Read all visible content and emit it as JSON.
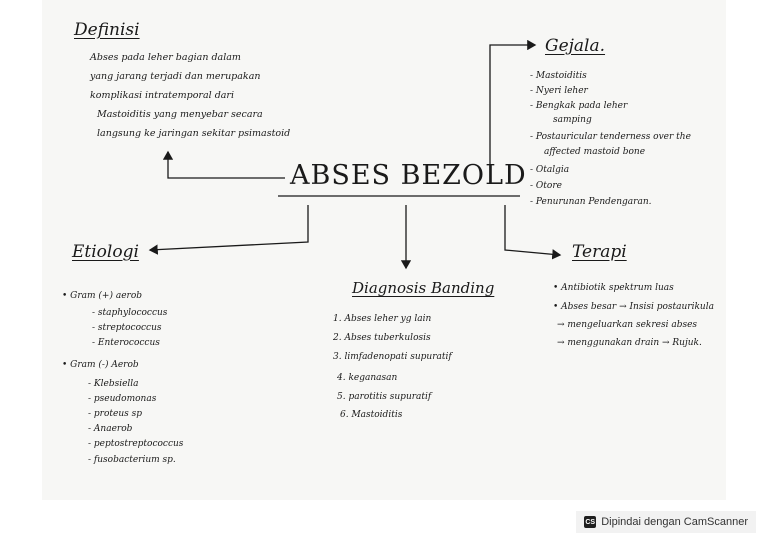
{
  "title": "ABSES BEZOLD",
  "definisi": {
    "heading": "Definisi",
    "lines": [
      "Abses pada leher bagian dalam",
      "yang jarang terjadi dan merupakan",
      "komplikasi intratemporal dari",
      "Mastoiditis yang menyebar secara",
      "langsung ke jaringan sekitar psimastoid"
    ]
  },
  "gejala": {
    "heading": "Gejala.",
    "items": [
      "- Mastoiditis",
      "- Nyeri leher",
      "- Bengkak pada leher",
      "samping",
      "- Postauricular tenderness over the",
      "affected mastoid bone",
      "- Otalgia",
      "- Otore",
      "- Penurunan Pendengaran."
    ]
  },
  "etiologi": {
    "heading": "Etiologi",
    "groups": [
      {
        "label": "• Gram (+) aerob",
        "items": [
          "- staphylococcus",
          "- streptococcus",
          "- Enterococcus"
        ]
      },
      {
        "label": "• Gram (-) Aerob",
        "items": [
          "- Klebsiella",
          "- pseudomonas",
          "- proteus sp",
          "- Anaerob",
          "- peptostreptococcus",
          "- fusobacterium sp."
        ]
      }
    ]
  },
  "diagnosis": {
    "heading": "Diagnosis Banding",
    "items": [
      "1. Abses leher yg lain",
      "2. Abses tuberkulosis",
      "3. limfadenopati supuratif",
      "4. keganasan",
      "5. parotitis supuratif",
      "6. Mastoiditis"
    ]
  },
  "terapi": {
    "heading": "Terapi",
    "items": [
      "• Antibiotik spektrum luas",
      "• Abses besar → Insisi postaurikula",
      "→ mengeluarkan sekresi abses",
      "→ menggunakan drain → Rujuk."
    ]
  },
  "footer": {
    "icon": "CS",
    "label": "Dipindai dengan CamScanner"
  }
}
